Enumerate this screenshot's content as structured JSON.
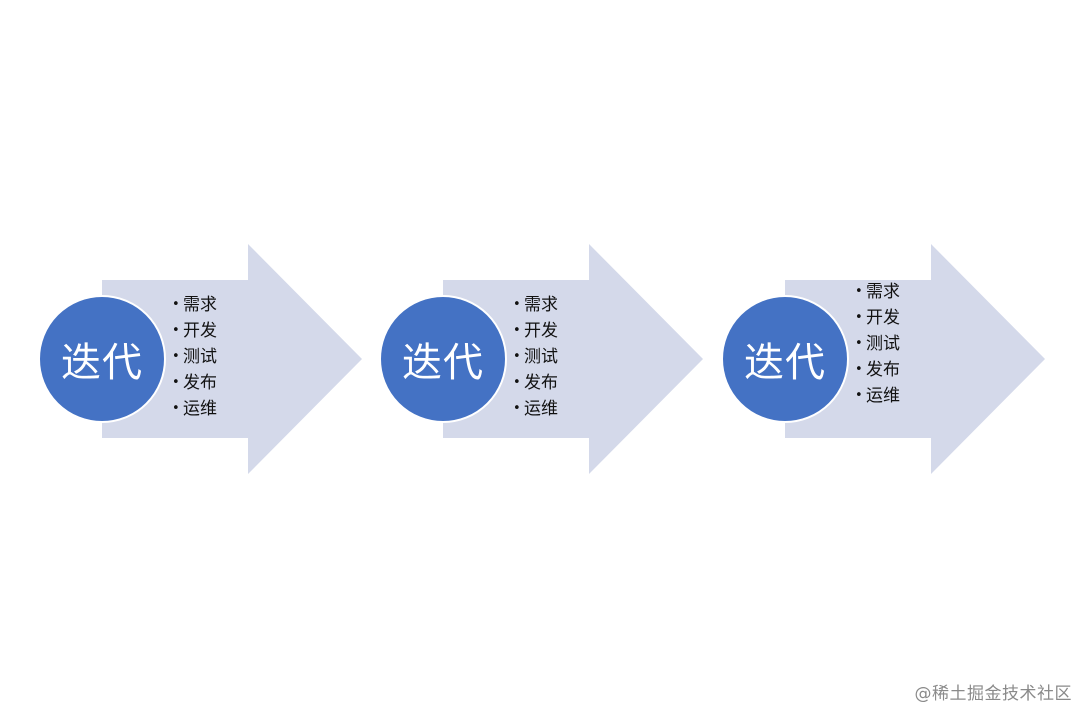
{
  "colors": {
    "circle_fill": "#4472c4",
    "arrow_fill": "#d4d9ea",
    "circle_text": "#ffffff",
    "list_text": "#111111",
    "watermark_text": "#8a8a8a"
  },
  "iterations": [
    {
      "title": "迭代",
      "steps": [
        "需求",
        "开发",
        "测试",
        "发布",
        "运维"
      ]
    },
    {
      "title": "迭代",
      "steps": [
        "需求",
        "开发",
        "测试",
        "发布",
        "运维"
      ]
    },
    {
      "title": "迭代",
      "steps": [
        "需求",
        "开发",
        "测试",
        "发布",
        "运维"
      ]
    }
  ],
  "watermark": "@稀土掘金技术社区"
}
